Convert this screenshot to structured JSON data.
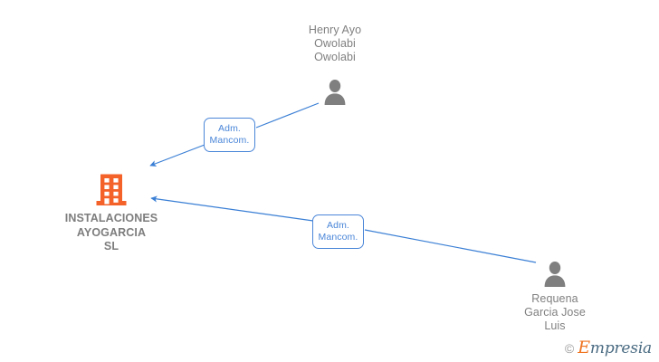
{
  "diagram": {
    "background_color": "#ffffff",
    "edge_color": "#3a7fd5",
    "company_color": "#f4622a",
    "person_color": "#7f7f7f",
    "text_color": "#808080",
    "label_border_color": "#4a86d8",
    "label_text_color": "#4a86d8",
    "nodes": [
      {
        "id": "henry",
        "type": "person",
        "icon": "person-icon",
        "label": "Henry Ayo\nOwolabi\nOwolabi"
      },
      {
        "id": "company",
        "type": "company",
        "icon": "building-icon",
        "label": "INSTALACIONES\nAYOGARCIA\nSL"
      },
      {
        "id": "requena",
        "type": "person",
        "icon": "person-icon",
        "label": "Requena\nGarcia Jose\nLuis"
      }
    ],
    "edges": [
      {
        "id": "edge-henry-company",
        "from": "henry",
        "to": "company",
        "label_line1": "Adm.",
        "label_line2": "Mancom."
      },
      {
        "id": "edge-requena-company",
        "from": "requena",
        "to": "company",
        "label_line1": "Adm.",
        "label_line2": "Mancom."
      }
    ]
  },
  "watermark": {
    "copyright": "©",
    "brand_initial": "E",
    "brand_rest": "mpresia"
  }
}
